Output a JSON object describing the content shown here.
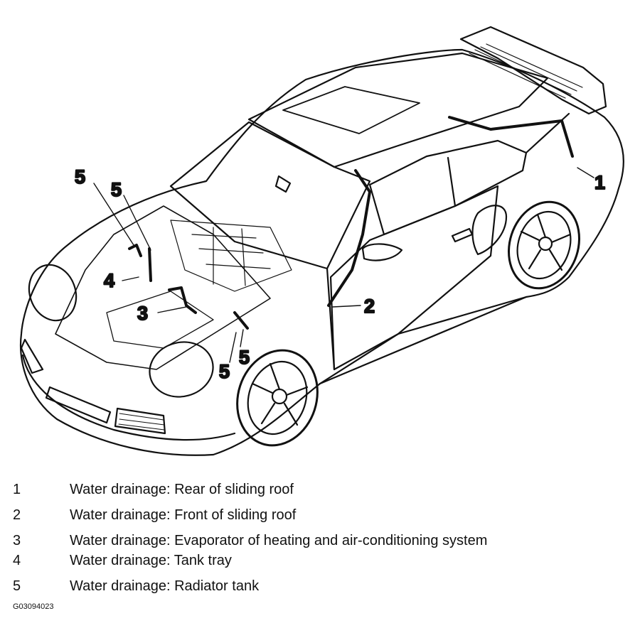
{
  "callouts": [
    "1",
    "2",
    "3",
    "4",
    "5",
    "5",
    "5",
    "5"
  ],
  "legend": [
    {
      "number": "1",
      "text": "Water drainage: Rear of sliding roof"
    },
    {
      "number": "2",
      "text": "Water drainage: Front of sliding roof"
    },
    {
      "number": "3",
      "text": "Water drainage: Evaporator of heating and air-conditioning system"
    },
    {
      "number": "4",
      "text": "Water drainage: Tank tray"
    },
    {
      "number": "5",
      "text": "Water drainage: Radiator tank"
    }
  ],
  "figure_code": "G03094023"
}
